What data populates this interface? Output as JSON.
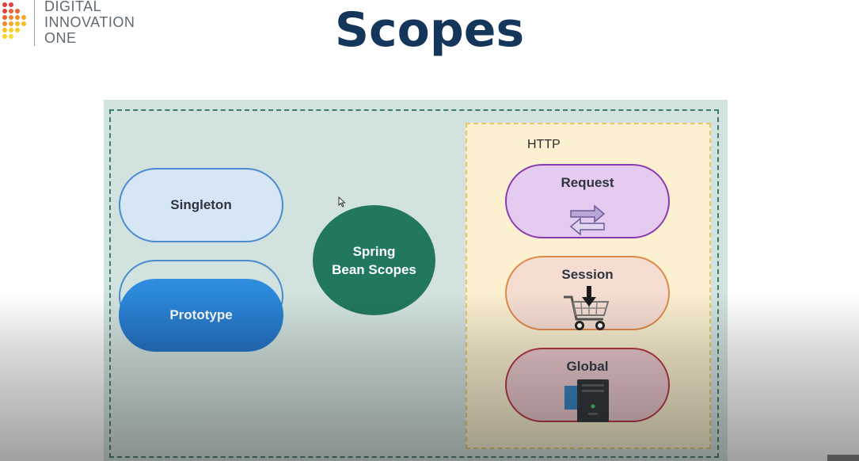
{
  "logo": {
    "lines": [
      "DIGITAL",
      "INNOVATION",
      "ONE"
    ],
    "icon": "dotted-triangle-logo-icon"
  },
  "title": "Scopes",
  "diagram": {
    "center": {
      "line1": "Spring",
      "line2": "Bean Scopes"
    },
    "left": [
      {
        "label": "Singleton"
      },
      {
        "label": "Prototype"
      }
    ],
    "http": {
      "label": "HTTP",
      "items": [
        {
          "label": "Request",
          "icon": "swap-arrows-icon"
        },
        {
          "label": "Session",
          "icon": "shopping-cart-icon"
        },
        {
          "label": "Global",
          "icon": "server-icon"
        }
      ]
    }
  },
  "colors": {
    "title": "#13365a",
    "panel": "#d2e3df",
    "http_box": "#fbf0cf",
    "spring": "#21775f",
    "prototype": "#2f8ee0",
    "singleton_border": "#4a8bd0",
    "request_border": "#8a3bb0",
    "session_border": "#e0884a",
    "global_border": "#b5323f"
  }
}
